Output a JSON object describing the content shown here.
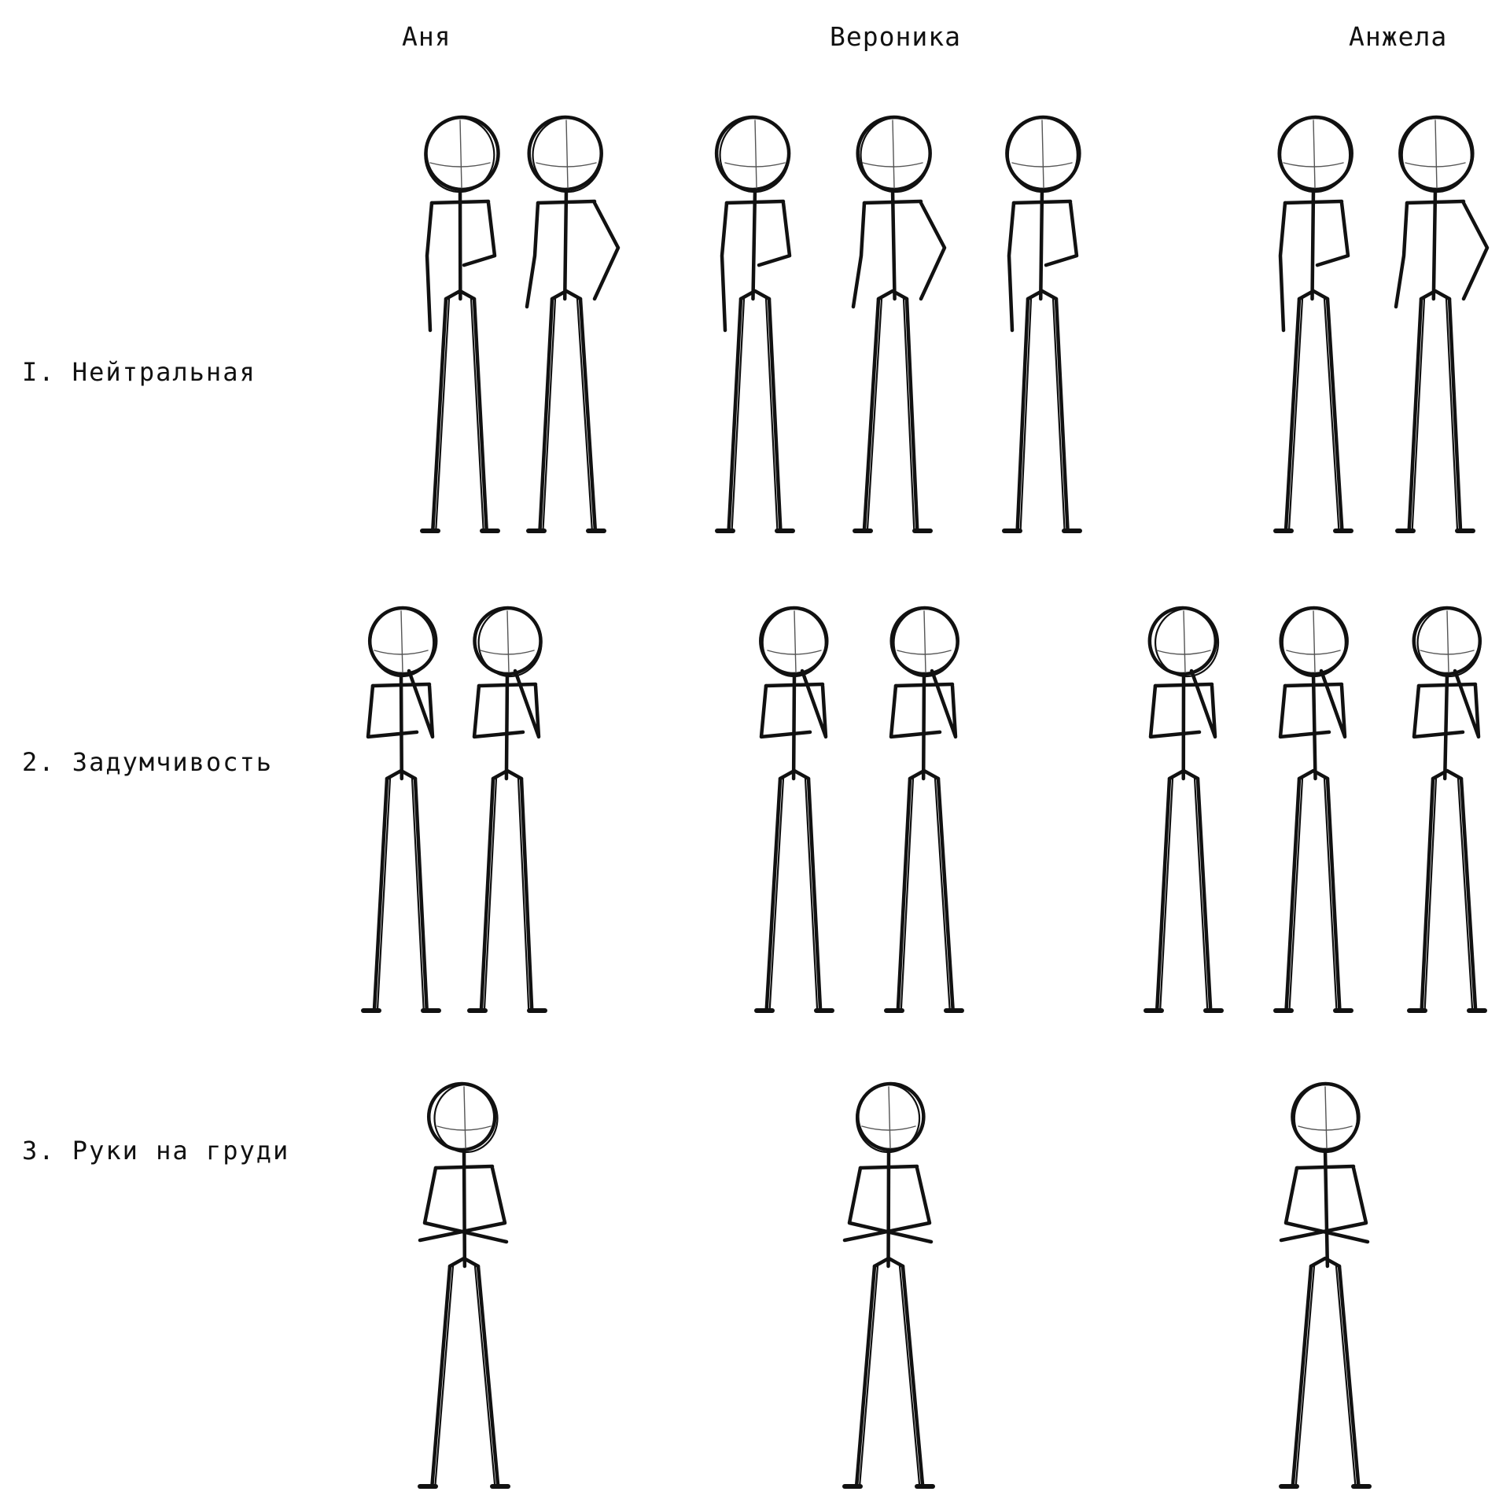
{
  "columns": [
    {
      "name": "Аня"
    },
    {
      "name": "Вероника"
    },
    {
      "name": "Анжела"
    }
  ],
  "rows": [
    {
      "label": "I. Нейтральная"
    },
    {
      "label": "2. Задумчивость"
    },
    {
      "label": "3. Руки на груди"
    }
  ],
  "poses": [
    {
      "row": 0,
      "col": 0,
      "count": 2
    },
    {
      "row": 0,
      "col": 1,
      "count": 3
    },
    {
      "row": 0,
      "col": 2,
      "count": 2
    },
    {
      "row": 1,
      "col": 0,
      "count": 2
    },
    {
      "row": 1,
      "col": 1,
      "count": 2
    },
    {
      "row": 1,
      "col": 2,
      "count": 3
    },
    {
      "row": 2,
      "col": 0,
      "count": 1
    },
    {
      "row": 2,
      "col": 1,
      "count": 1
    },
    {
      "row": 2,
      "col": 2,
      "count": 1
    }
  ],
  "colors": {
    "ink": "#111111",
    "background": "#ffffff"
  }
}
